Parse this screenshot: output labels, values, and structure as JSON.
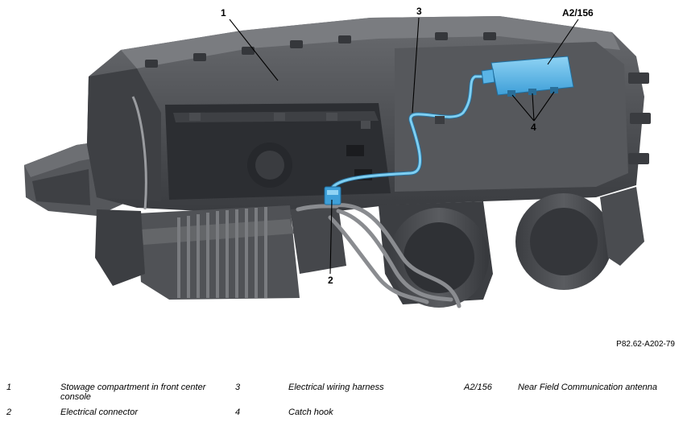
{
  "figure_id": "P82.62-A202-79",
  "callouts": {
    "c1": "1",
    "c2": "2",
    "c3": "3",
    "c4": "4",
    "a2": "A2/156"
  },
  "legend": [
    {
      "key": "1",
      "text": "Stowage compartment in front center console"
    },
    {
      "key": "2",
      "text": "Electrical connector"
    },
    {
      "key": "3",
      "text": "Electrical wiring harness"
    },
    {
      "key": "4",
      "text": "Catch hook"
    },
    {
      "key": "A2/156",
      "text": "Near Field Communication antenna"
    }
  ],
  "colors": {
    "body": "#4a4c50",
    "body_dark": "#2e3034",
    "body_light": "#6c6e72",
    "harness_blue": "#6fc3ec",
    "antenna_blue": "#5ab4e6"
  }
}
